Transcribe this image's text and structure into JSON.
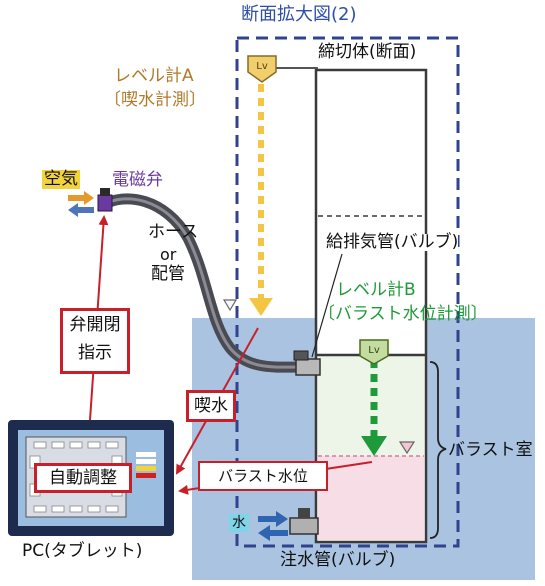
{
  "title": "断面拡大図(2)",
  "cofferdam_label": "締切体(断面)",
  "level_a": {
    "line1": "レベル計A",
    "line2": "〔喫水計測〕",
    "icon_text": "Lv"
  },
  "level_b": {
    "line1": "レベル計B",
    "line2": "〔バラスト水位計測〕",
    "icon_text": "Lv"
  },
  "air_label": "空気",
  "solenoid_label": "電磁弁",
  "hose_label_lines": [
    "ホース",
    "or",
    "配管"
  ],
  "vent_pipe_label": "給排気管(バルブ)",
  "valve_command": {
    "line1": "弁開閉",
    "line2": "指示"
  },
  "draft_label": "喫水",
  "auto_adjust_label": "自動調整",
  "ballast_level_label": "バラスト水位",
  "ballast_room_label": "バラスト室",
  "pc_label": "PC(タブレット)",
  "water_label": "水",
  "inlet_pipe_label": "注水管(バルブ)",
  "colors": {
    "sea": "#a9c3e0",
    "tank": "#edf5e8",
    "ballast": "#f6dde6",
    "dashed_frame": "#31438f",
    "arrow_red": "#c8202a",
    "level_a_arrow": "#f4c542",
    "level_b_arrow": "#1f9a3a",
    "title_blue": "#2e4ea8",
    "level_a_text": "#b07a2a",
    "level_b_text": "#1f9a3a",
    "solenoid_purple": "#6a3aa0"
  },
  "icons": [
    "level-sensor-icon",
    "solenoid-valve-icon",
    "water-valve-icon",
    "tablet-icon",
    "air-arrows-icon",
    "water-arrows-icon"
  ]
}
